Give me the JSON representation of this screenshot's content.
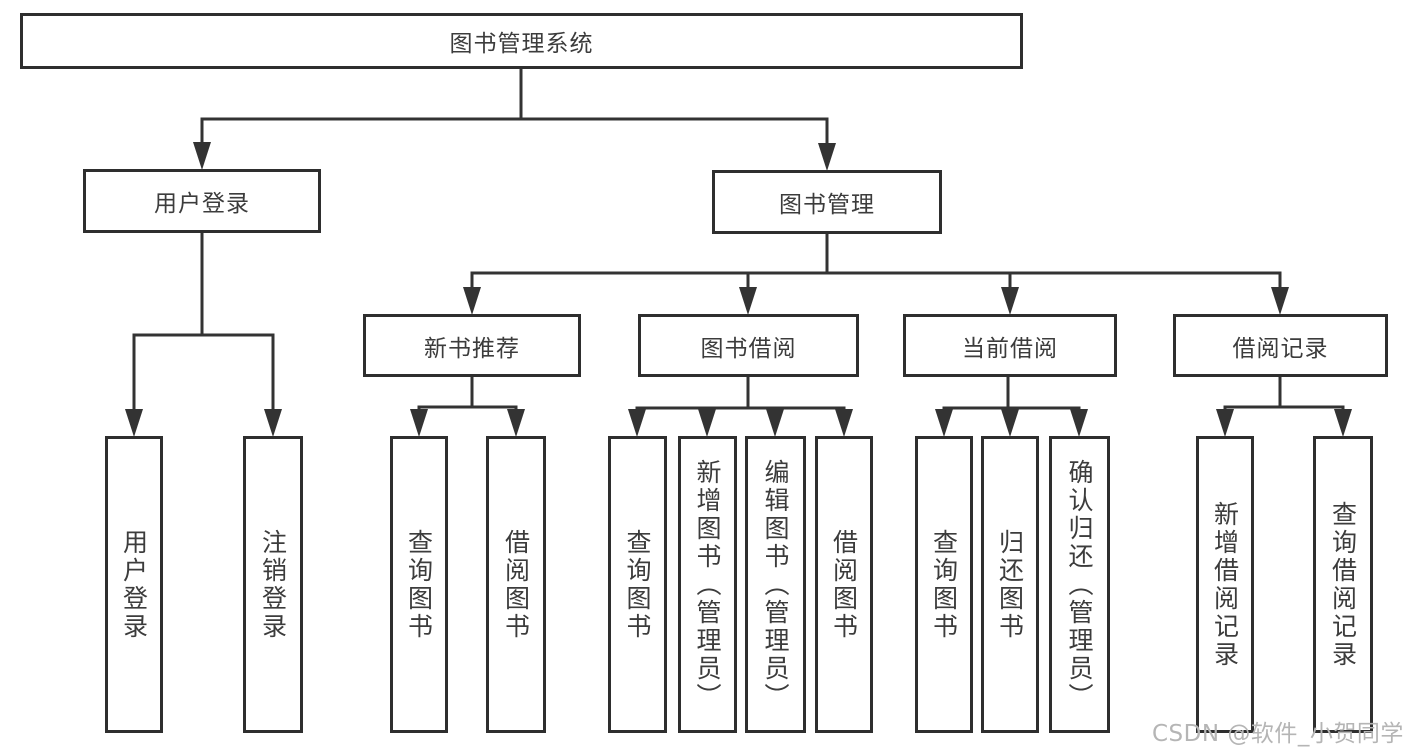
{
  "colors": {
    "line": "#333333",
    "box_border": "#2e2e2e",
    "text": "#3c3c3c",
    "watermark": "#b5b5b5",
    "background": "#ffffff"
  },
  "tree": {
    "root": "图书管理系统",
    "branches": [
      {
        "label": "用户登录",
        "children": [
          {
            "label": "用户登录"
          },
          {
            "label": "注销登录"
          }
        ]
      },
      {
        "label": "图书管理",
        "children": [
          {
            "label": "新书推荐",
            "children": [
              {
                "label": "查询图书"
              },
              {
                "label": "借阅图书"
              }
            ]
          },
          {
            "label": "图书借阅",
            "children": [
              {
                "label": "查询图书"
              },
              {
                "label": "新增图书（管理员）"
              },
              {
                "label": "编辑图书（管理员）"
              },
              {
                "label": "借阅图书"
              }
            ]
          },
          {
            "label": "当前借阅",
            "children": [
              {
                "label": "查询图书"
              },
              {
                "label": "归还图书"
              },
              {
                "label": "确认归还（管理员）"
              }
            ]
          },
          {
            "label": "借阅记录",
            "children": [
              {
                "label": "新增借阅记录"
              },
              {
                "label": "查询借阅记录"
              }
            ]
          }
        ]
      }
    ]
  },
  "watermark": "CSDN @软件_小贺同学"
}
